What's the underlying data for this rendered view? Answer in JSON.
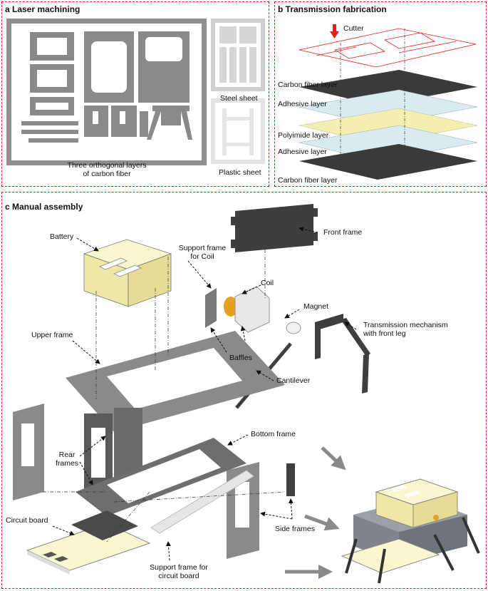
{
  "panel_a": {
    "title": "a Laser machining",
    "caption_line1": "Three orthogonal layers",
    "caption_line2": "of carbon fiber",
    "steel_label": "Steel sheet",
    "plastic_label": "Plastic sheet"
  },
  "panel_b": {
    "title": "b Transmission fabrication",
    "cutter": "Cutter",
    "layers": [
      "Carbon fiber layer",
      "Adhesive layer",
      "Polyimide layer",
      "Adhesive layer",
      "Carbon fiber layer"
    ]
  },
  "panel_c": {
    "title": "c Manual assembly",
    "battery": "Battery",
    "front_frame": "Front frame",
    "support_coil_1": "Support frame",
    "support_coil_2": "for Coil",
    "coil": "Coil",
    "magnet": "Magnet",
    "transmission_1": "Transmission mechanism",
    "transmission_2": "with front leg",
    "upper_frame": "Upper frame",
    "baffles": "Baffles",
    "cantilever": "Cantilever",
    "bottom_frame": "Bottom frame",
    "rear_1": "Rear",
    "rear_2": "frames",
    "circuit_board": "Circuit board",
    "side_frames": "Side frames",
    "support_cb_1": "Support frame for",
    "support_cb_2": "circuit board"
  },
  "colors": {
    "panel_border": "#e0201c",
    "carbon_gray": "#8a8a8a",
    "battery_yellow": "#f3eeb8",
    "coil_orange": "#e8a020",
    "cutter_red": "#e0201c"
  }
}
